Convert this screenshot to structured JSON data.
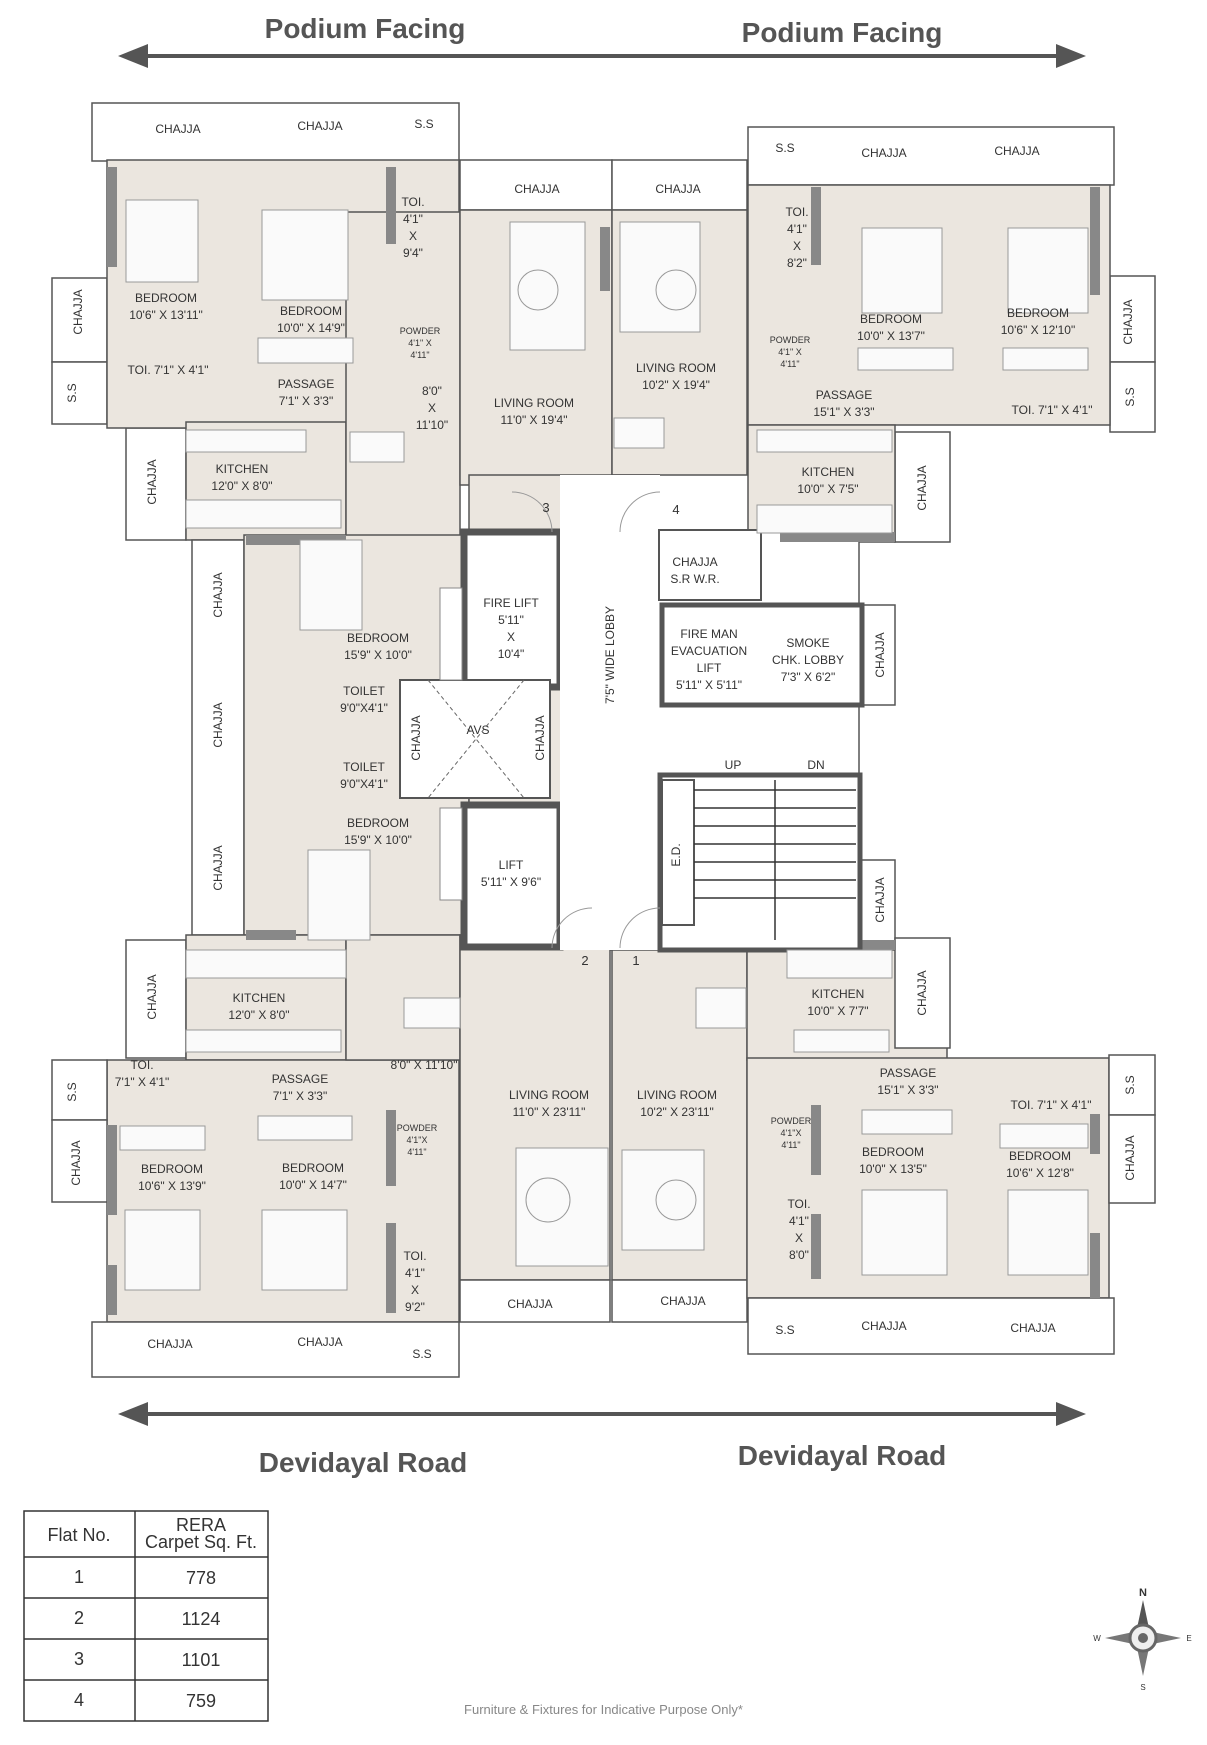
{
  "headings": {
    "top_left": "Podium Facing",
    "top_right": "Podium Facing",
    "bottom_left": "Devidayal Road",
    "bottom_right": "Devidayal Road"
  },
  "rooms": {
    "chajja": "CHAJJA",
    "ss": "S.S",
    "tl_bed1": [
      "BEDROOM",
      "10'6\" X 13'11\""
    ],
    "tl_bed2": [
      "BEDROOM",
      "10'0\" X 14'9\""
    ],
    "tl_toi": [
      "TOI.",
      "4'1\"",
      "X",
      "9'4\""
    ],
    "tl_powder": [
      "POWDER",
      "4'1\" X",
      "4'11\""
    ],
    "tl_toi2": "TOI. 7'1\" X 4'1\"",
    "tl_passage": [
      "PASSAGE",
      "7'1\" X 3'3\""
    ],
    "tl_dining": [
      "8'0\"",
      "X",
      "11'10\""
    ],
    "tl_living": [
      "LIVING ROOM",
      "11'0\" X 19'4\""
    ],
    "tl_kitchen": [
      "KITCHEN",
      "12'0\" X 8'0\""
    ],
    "tr_living": [
      "LIVING ROOM",
      "10'2\" X 19'4\""
    ],
    "tr_toi": [
      "TOI.",
      "4'1\"",
      "X",
      "8'2\""
    ],
    "tr_powder": [
      "POWDER",
      "4'1\" X",
      "4'11\""
    ],
    "tr_bed1": [
      "BEDROOM",
      "10'0\" X 13'7\""
    ],
    "tr_bed2": [
      "BEDROOM",
      "10'6\" X 12'10\""
    ],
    "tr_passage": [
      "PASSAGE",
      "15'1\" X 3'3\""
    ],
    "tr_toi2": "TOI. 7'1\" X 4'1\"",
    "tr_kitchen": [
      "KITCHEN",
      "10'0\" X 7'5\""
    ],
    "c_bed1": [
      "BEDROOM",
      "15'9\" X 10'0\""
    ],
    "c_toilet1": [
      "TOILET",
      "9'0\"X4'1\""
    ],
    "c_toilet2": [
      "TOILET",
      "9'0\"X4'1\""
    ],
    "c_bed2": [
      "BEDROOM",
      "15'9\" X 10'0\""
    ],
    "fire_lift": [
      "FIRE LIFT",
      "5'11\"",
      "X",
      "10'4\""
    ],
    "lift": [
      "LIFT",
      "5'11\" X 9'6\""
    ],
    "avs": "AVS",
    "lobby": "7'5\" WIDE LOBBY",
    "chajja_srwr": [
      "CHAJJA",
      "S.R W.R."
    ],
    "fireman": [
      "FIRE MAN",
      "EVACUATION",
      "LIFT",
      "5'11\" X 5'11\""
    ],
    "smoke": [
      "SMOKE",
      "CHK. LOBBY",
      "7'3\" X 6'2\""
    ],
    "up": "UP",
    "dn": "DN",
    "ed": "E.D.",
    "bl_kitchen": [
      "KITCHEN",
      "12'0\" X 8'0\""
    ],
    "bl_dining": "8'0\" X 11'10\"",
    "bl_toi2": [
      "TOI.",
      "7'1\" X 4'1\""
    ],
    "bl_passage": [
      "PASSAGE",
      "7'1\" X 3'3\""
    ],
    "bl_bed1": [
      "BEDROOM",
      "10'6\" X 13'9\""
    ],
    "bl_bed2": [
      "BEDROOM",
      "10'0\" X 14'7\""
    ],
    "bl_powder": [
      "POWDER",
      "4'1\"X",
      "4'11\""
    ],
    "bl_toi": [
      "TOI.",
      "4'1\"",
      "X",
      "9'2\""
    ],
    "bl_living": [
      "LIVING ROOM",
      "11'0\" X 23'11\""
    ],
    "br_living": [
      "LIVING ROOM",
      "10'2\" X 23'11\""
    ],
    "br_kitchen": [
      "KITCHEN",
      "10'0\" X 7'7\""
    ],
    "br_passage": [
      "PASSAGE",
      "15'1\" X 3'3\""
    ],
    "br_toi2": "TOI. 7'1\" X 4'1\"",
    "br_powder": [
      "POWDER",
      "4'1\"X",
      "4'11\""
    ],
    "br_bed1": [
      "BEDROOM",
      "10'0\" X 13'5\""
    ],
    "br_bed2": [
      "BEDROOM",
      "10'6\" X 12'8\""
    ],
    "br_toi": [
      "TOI.",
      "4'1\"",
      "X",
      "8'0\""
    ],
    "flat_nums": [
      "1",
      "2",
      "3",
      "4"
    ]
  },
  "table": {
    "header_flat": "Flat No.",
    "header_area_1": "RERA",
    "header_area_2": "Carpet Sq. Ft.",
    "rows": [
      {
        "flat": "1",
        "area": "778"
      },
      {
        "flat": "2",
        "area": "1124"
      },
      {
        "flat": "3",
        "area": "1101"
      },
      {
        "flat": "4",
        "area": "759"
      }
    ]
  },
  "compass": {
    "n": "N",
    "s": "S",
    "e": "E",
    "w": "W"
  },
  "footnote": "Furniture & Fixtures for Indicative Purpose Only*"
}
